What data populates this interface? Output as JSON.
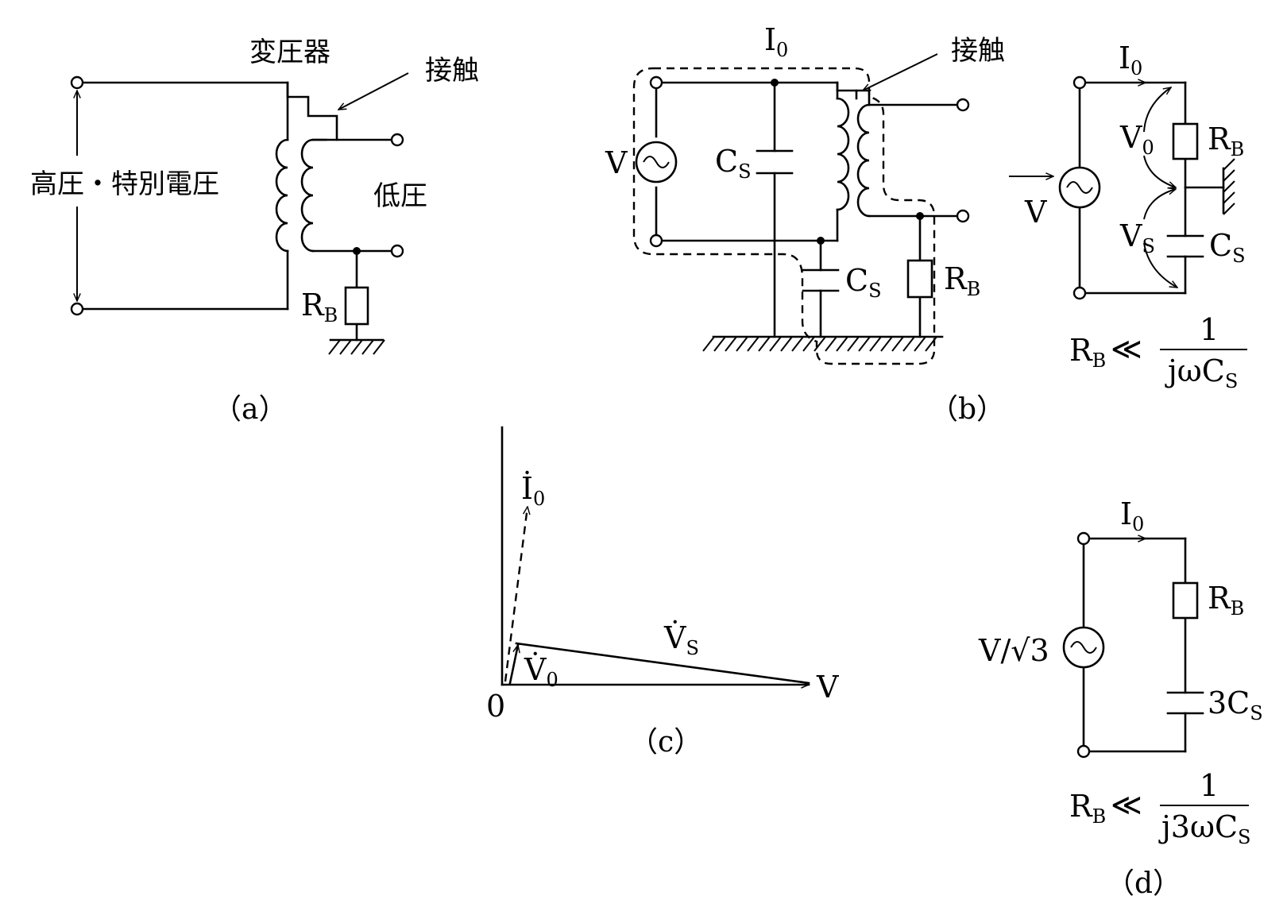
{
  "fig_a": {
    "transformer": "変圧器",
    "contact": "接触",
    "high_voltage": "高圧・特別電圧",
    "low_voltage": "低圧",
    "rb_main": "R",
    "rb_sub": "B",
    "caption": "（a）"
  },
  "fig_b": {
    "i0_main": "I",
    "i0_sub": "0",
    "contact": "接触",
    "v": "V",
    "cs1_main": "C",
    "cs1_sub": "S",
    "cs2_main": "C",
    "cs2_sub": "S",
    "rb_main": "R",
    "rb_sub": "B",
    "caption": "（b）"
  },
  "fig_b_eq": {
    "i0_main": "I",
    "i0_sub": "0",
    "v": "V",
    "v0_main": "V",
    "v0_sub": "0",
    "vs_main": "V",
    "vs_sub": "S",
    "rb_main": "R",
    "rb_sub": "B",
    "cs_main": "C",
    "cs_sub": "S",
    "cond_rb_main": "R",
    "cond_rb_sub": "B",
    "cond_op": "≪",
    "cond_num": "1",
    "cond_den_main": "jωC",
    "cond_den_sub": "S"
  },
  "fig_c": {
    "i0_main": "İ",
    "i0_sub": "0",
    "vs_main": "V̇",
    "vs_sub": "S",
    "v0_main": "V̇",
    "v0_sub": "0",
    "v": "V",
    "origin": "0",
    "caption": "（c）"
  },
  "fig_d": {
    "i0_main": "I",
    "i0_sub": "0",
    "v_label": "V/√3",
    "rb_main": "R",
    "rb_sub": "B",
    "cs_main": "3C",
    "cs_sub": "S",
    "cond_rb_main": "R",
    "cond_rb_sub": "B",
    "cond_op": "≪",
    "cond_num": "1",
    "cond_den_main": "j3ωC",
    "cond_den_sub": "S",
    "caption": "（d）"
  }
}
